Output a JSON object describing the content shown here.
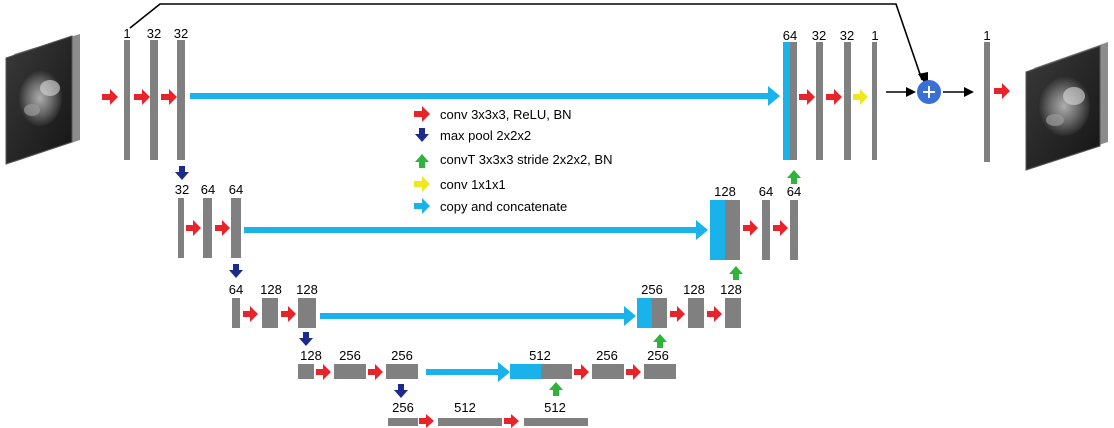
{
  "labels": {
    "l1_a": "1",
    "l1_b": "32",
    "l1_c": "32",
    "l2_a": "32",
    "l2_b": "64",
    "l2_c": "64",
    "l3_a": "64",
    "l3_b": "128",
    "l3_c": "128",
    "l4_a": "128",
    "l4_b": "256",
    "l4_c": "256",
    "l5_a": "256",
    "l5_b": "512",
    "l5_c": "512",
    "r4_a": "512",
    "r4_b": "256",
    "r4_c": "256",
    "r3_a": "256",
    "r3_b": "128",
    "r3_c": "128",
    "r2_a": "128",
    "r2_b": "64",
    "r2_c": "64",
    "r1_a": "64",
    "r1_b": "32",
    "r1_c": "32",
    "r1_d": "1",
    "out": "1"
  },
  "legend": {
    "conv": "conv 3x3x3, ReLU, BN",
    "pool": "max pool 2x2x2",
    "convT": "convT 3x3x3 stride 2x2x2, BN",
    "conv1": "conv 1x1x1",
    "copy": "copy and concatenate"
  },
  "colors": {
    "block": "#808080",
    "conv_arrow": "#e8232a",
    "pool_arrow": "#1c2a8c",
    "convT_arrow": "#2fb33a",
    "conv1_arrow": "#f0e81e",
    "copy_arrow": "#1ab2ea",
    "plus_circle": "#3a6fd8"
  },
  "icons": [
    "brain-mri-input-image",
    "brain-mri-output-image",
    "plus-icon"
  ]
}
